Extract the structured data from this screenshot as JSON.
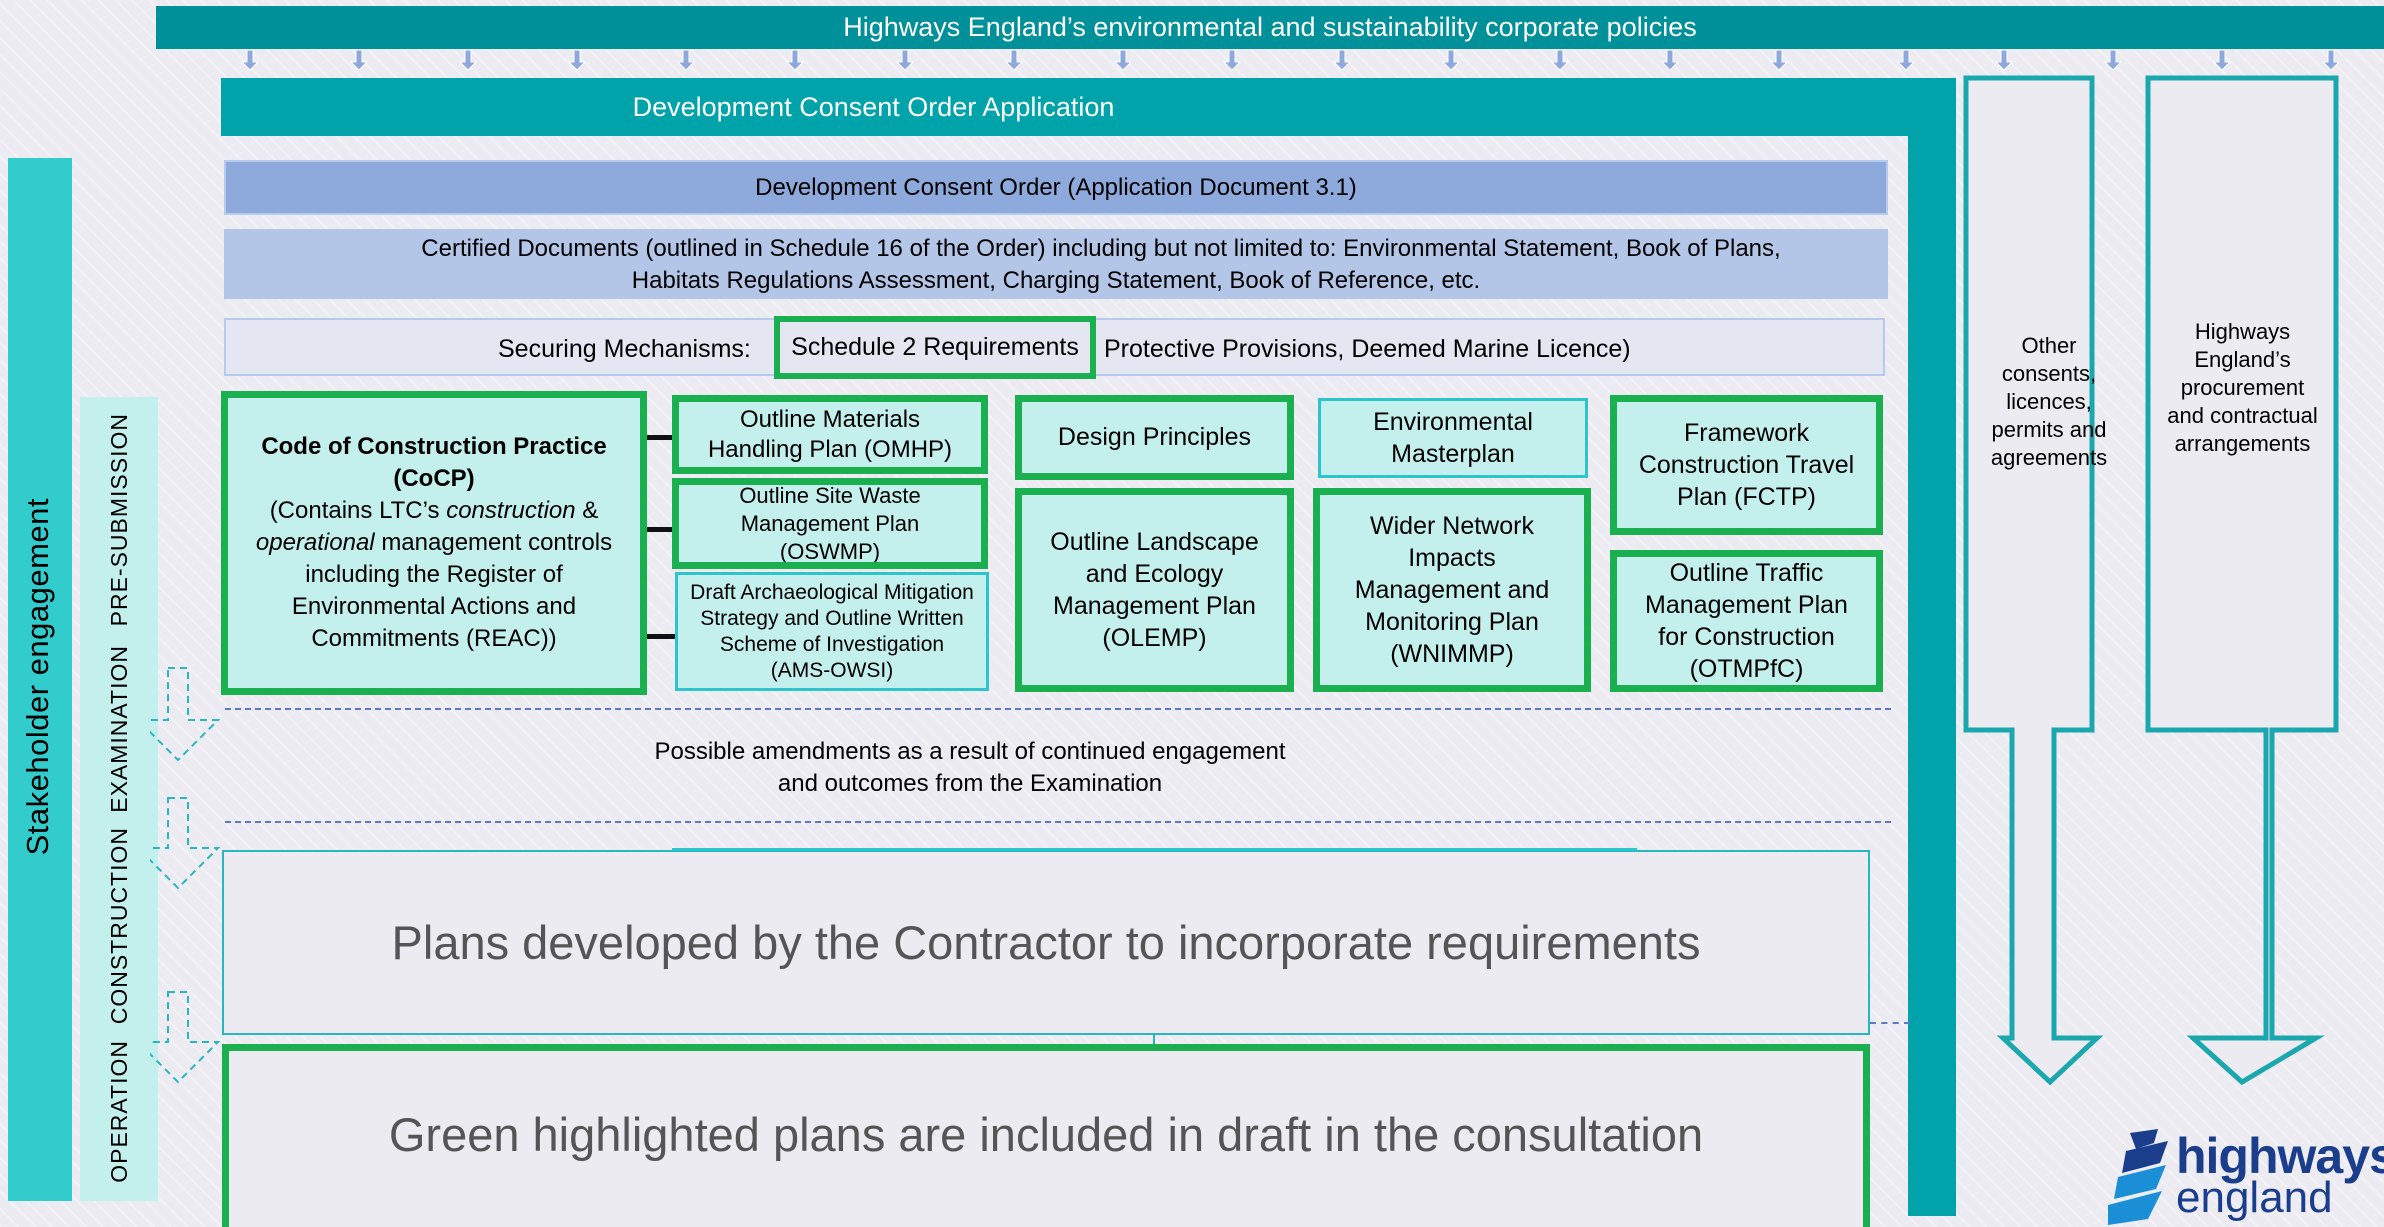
{
  "top_banner": "Highways England’s environmental and sustainability corporate policies",
  "dco_application": "Development Consent Order Application",
  "dco_document": "Development Consent Order (Application Document 3.1)",
  "certified_docs": {
    "line1": "Certified Documents (outlined in Schedule 16 of the Order) including but not limited to:  Environmental Statement, Book of Plans,",
    "line2": "Habitats Regulations Assessment, Charging Statement, Book of Reference, etc."
  },
  "securing": {
    "prefix": "Securing Mechanisms:",
    "schedule": "Schedule 2 Requirements",
    "rest": "Protective Provisions, Deemed Marine Licence)"
  },
  "cocp": {
    "title": "Code of Construction Practice (CoCP)",
    "line1": "(Contains LTC’s",
    "construction": "construction",
    "amp": "&",
    "operational": "operational",
    "line2": "management controls including the Register of Environmental Actions and Commitments (REAC))"
  },
  "plans": {
    "omhp": "Outline Materials Handling Plan (OMHP)",
    "oswmp": "Outline Site Waste Management Plan (OSWMP)",
    "amsowsi": "Draft Archaeological Mitigation Strategy and Outline Written Scheme of Investigation (AMS-OWSI)",
    "design": "Design Principles",
    "olemp": "Outline Landscape and Ecology Management Plan (OLEMP)",
    "env_masterplan": "Environmental Masterplan",
    "wnimmp": "Wider Network Impacts Management and Monitoring Plan (WNIMMP)",
    "fctp": "Framework Construction Travel Plan (FCTP)",
    "otmpfc": "Outline Traffic Management Plan for Construction (OTMPfC)"
  },
  "amendments": {
    "line1": "Possible amendments as a result of continued engagement",
    "line2": "and outcomes from the Examination"
  },
  "contractor_plans": "Plans developed by the Contractor to incorporate requirements",
  "green_note": "Green highlighted plans are included in draft in the consultation",
  "right_columns": {
    "other": "Other consents, licences, permits and agreements",
    "procurement": "Highways England’s procurement and contractual arrangements"
  },
  "stakeholder": "Stakeholder engagement",
  "stages": {
    "pre": "PRE-SUBMISSION",
    "exam": "EXAMINATION",
    "construction": "CONSTRUCTION",
    "operation": "OPERATION"
  },
  "logo": {
    "line1": "highways",
    "line2": "england"
  },
  "colors": {
    "teal_dark": "#00909a",
    "teal": "#00a3aa",
    "teal_light": "#33cccc",
    "green": "#1ab04f",
    "mint": "#c3f0ec",
    "blue_dco": "#8eaadc",
    "blue_cert": "#b3c6e7",
    "logo_blue": "#1a3e8c"
  }
}
